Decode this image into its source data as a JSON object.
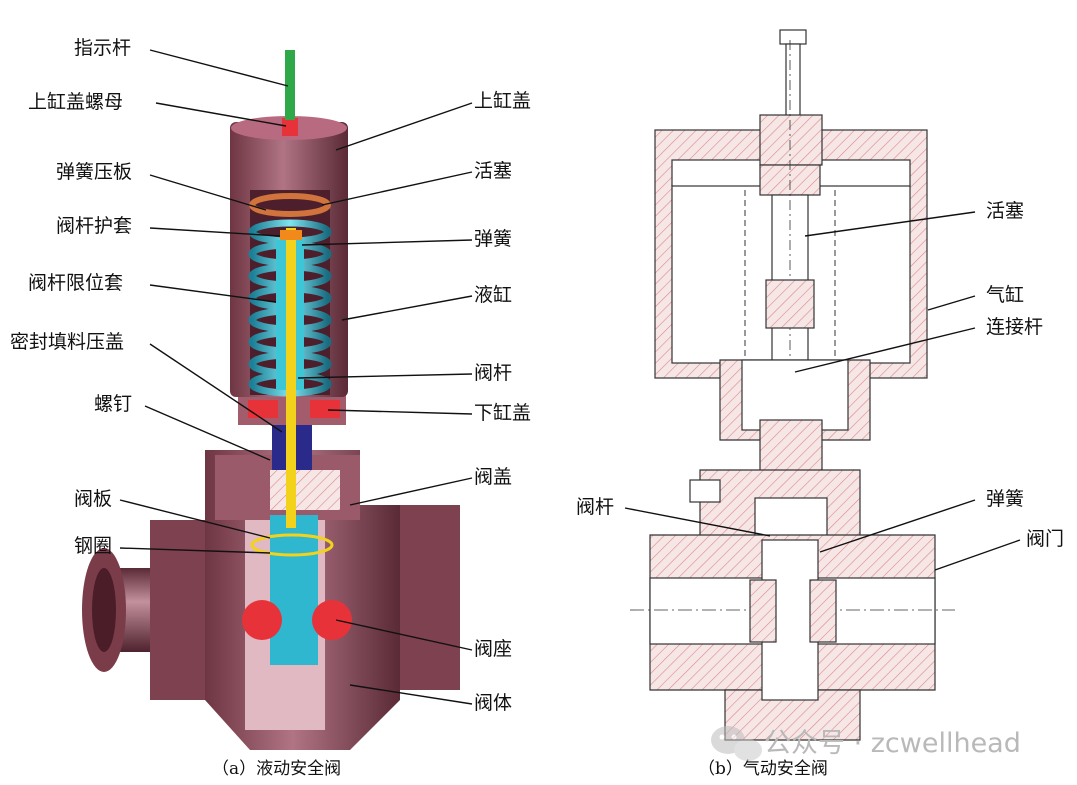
{
  "figure_a": {
    "caption": "（a）液动安全阀",
    "labels_left": [
      "指示杆",
      "上缸盖螺母",
      "弹簧压板",
      "阀杆护套",
      "阀杆限位套",
      "密封填料压盖",
      "螺钉",
      "阀板",
      "钢圈"
    ],
    "labels_right": [
      "上缸盖",
      "活塞",
      "弹簧",
      "液缸",
      "阀杆",
      "下缸盖",
      "阀盖",
      "阀座",
      "阀体"
    ]
  },
  "figure_b": {
    "caption": "（b）气动安全阀",
    "labels_left": [
      "阀杆"
    ],
    "labels_right": [
      "活塞",
      "气缸",
      "连接杆",
      "弹簧",
      "阀门"
    ]
  },
  "watermark": {
    "text": "公众号 · zcwellhead",
    "icon": "wechat-icon"
  },
  "colors": {
    "body": "#8a4a56",
    "stem": "#2fa84a",
    "spring": "#3cc6d6",
    "seal": "#e8323a",
    "yellow": "#f2d21b",
    "hatch": "#d07a78"
  }
}
